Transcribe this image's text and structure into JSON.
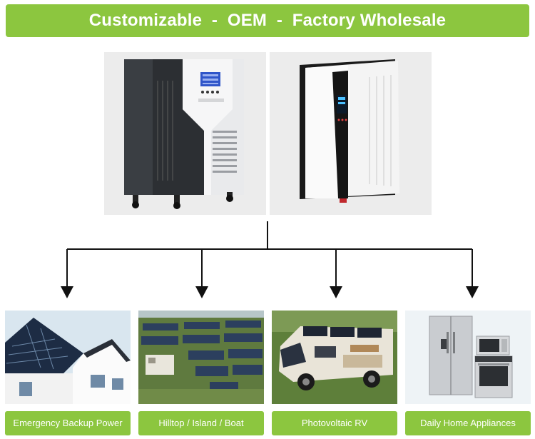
{
  "header": {
    "title": "Customizable  -  OEM  -  Factory Wholesale"
  },
  "products": [
    {
      "name": "tower-inverter"
    },
    {
      "name": "wall-mounted-inverter"
    }
  ],
  "applications": [
    {
      "label": "Emergency Backup Power"
    },
    {
      "label": "Hilltop / Island / Boat"
    },
    {
      "label": "Photovoltaic RV"
    },
    {
      "label": "Daily Home Appliances"
    }
  ],
  "colors": {
    "accent": "#8cc63f",
    "line": "#111111"
  }
}
